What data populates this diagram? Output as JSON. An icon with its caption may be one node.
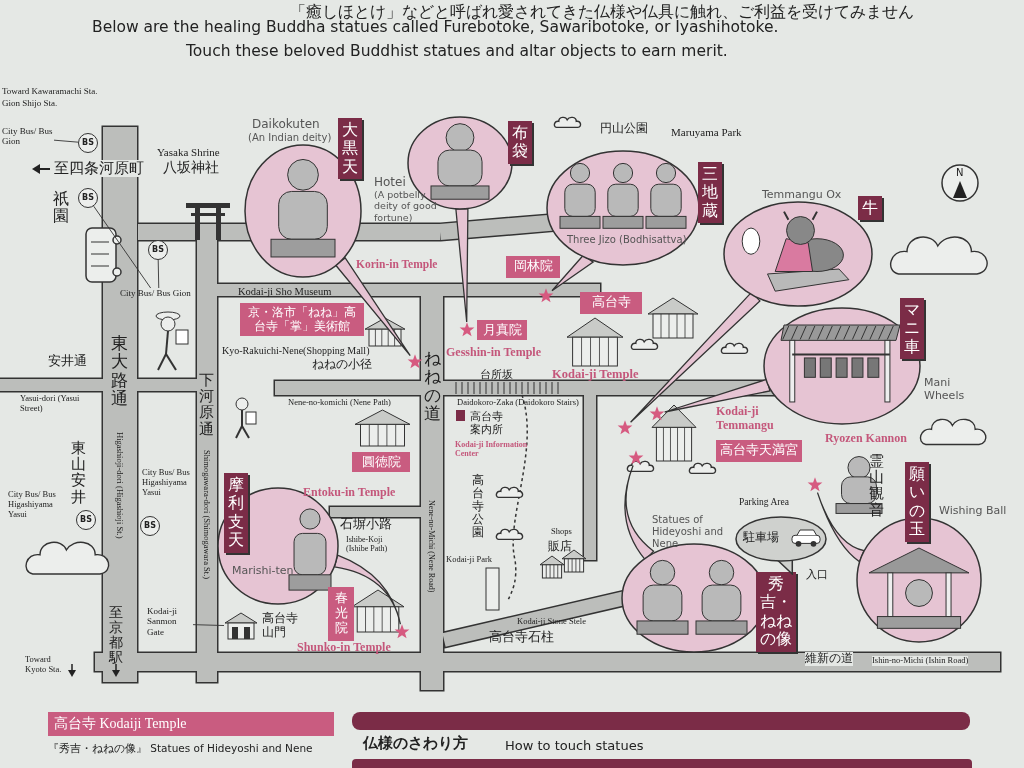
{
  "diagram": {
    "nodes": [
      {
        "text": [
          "大黒天",
          "Daikokuten",
          "(An Indian deity)"
        ]
      },
      {
        "text": [
          "布袋",
          "Hotei",
          "(A potbelly deity of good fortune)"
        ]
      },
      {
        "text": [
          "三地蔵",
          "Three Jizo (Bodhisattva)"
        ]
      },
      {
        "text": [
          "牛",
          "Temmangu Ox"
        ]
      },
      {
        "text": [
          "マニ車",
          "Mani Wheels"
        ]
      },
      {
        "text": [
          "摩利支天",
          "Marishi-ten"
        ]
      },
      {
        "text": [
          "秀吉・ねねの像",
          "Statues of Hideyoshi and Nene"
        ]
      },
      {
        "text": [
          "願いの玉",
          "Wishing Ball"
        ]
      },
      {
        "text": [
          "Parking Area",
          "駐車場"
        ]
      },
      {
        "text": [],
        "shape": "star"
      },
      {
        "text": [],
        "shape": "star"
      },
      {
        "text": [],
        "shape": "star"
      },
      {
        "text": [],
        "shape": "star"
      },
      {
        "text": [],
        "shape": "star"
      },
      {
        "text": [],
        "shape": "star"
      },
      {
        "text": [],
        "shape": "star"
      },
      {
        "text": [],
        "shape": "star"
      },
      {
        "text": [
          "京・洛市「ねね」高台寺「掌」美術館"
        ]
      },
      {
        "text": [
          "岡林院"
        ]
      },
      {
        "text": [
          "月真院"
        ]
      },
      {
        "text": [
          "高台寺"
        ]
      },
      {
        "text": [
          "圓徳院"
        ]
      },
      {
        "text": [
          "春光院"
        ]
      },
      {
        "text": [
          "高台寺天満宮"
        ]
      },
      {
        "text": [
          "高台寺 Kodaiji Temple"
        ]
      },
      {
        "text": [
          "BS"
        ]
      },
      {
        "text": [
          "BS"
        ]
      },
      {
        "text": [
          "BS"
        ]
      },
      {
        "text": [
          "BS"
        ]
      },
      {
        "text": [
          "BS"
        ]
      },
      {
        "text": [
          "City Bus/ Bus Gion"
        ]
      },
      {
        "text": [
          "City Bus/ Bus Gion"
        ]
      },
      {
        "text": [
          "Kodai-ji Sanmon Gate"
        ]
      },
      {
        "text": [],
        "shape": "picture"
      },
      {
        "text": [
          "仏様のさわり方",
          "How to touch statues"
        ]
      },
      {
        "text": [],
        "shape": "bar"
      }
    ],
    "edges": [
      {
        "from": 0,
        "to": 9,
        "arrow": "none"
      },
      {
        "from": 1,
        "to": 10,
        "arrow": "none"
      },
      {
        "from": 2,
        "to": 11,
        "arrow": "none"
      },
      {
        "from": 3,
        "to": 12,
        "arrow": "none"
      },
      {
        "from": 4,
        "to": 13,
        "arrow": "none"
      },
      {
        "from": 6,
        "to": 14,
        "arrow": "none"
      },
      {
        "from": 7,
        "to": 15,
        "arrow": "none"
      },
      {
        "from": 5,
        "to": 16,
        "arrow": "none"
      },
      {
        "from": 30,
        "to": 25,
        "arrow": "none"
      },
      {
        "from": 31,
        "to": 26,
        "arrow": "none"
      },
      {
        "from": 31,
        "to": 27,
        "arrow": "none"
      },
      {
        "from": 32,
        "to": 33,
        "arrow": "none"
      }
    ],
    "labels": [
      "「癒しほとけ」などと呼ばれ愛されてきた仏様や仏具に触れ、ご利益を受けてみません",
      "Below are the healing Buddha statues called Furebotoke, Sawaribotoke, or Iyashihotoke.",
      "Touch these beloved Buddhist statues and altar objects to earn merit.",
      "Toward Kawaramachi Sta.",
      "Gion Shijo Sta.",
      "至四条河原町",
      "祇園",
      "Yasaka Shrine",
      "八坂神社",
      "Kodai-ji Sho Museum",
      "Kyo-Rakuichi-Nene(Shopping Mall)",
      "ねねの小径",
      "Nene-no-komichi (Nene Path)",
      "安井通",
      "Yasui-dori (Yasui Street)",
      "東大路通",
      "下河原通",
      "Higashioji-dori (Higashioji St.)",
      "Shimogawara-dori (Shimogawara St.)",
      "東山安井",
      "City Bus/ Bus Higashiyama Yasui",
      "City Bus/ Bus Higashiyama Yasui",
      "至京都駅",
      "Toward Kyoto Sta.",
      "高台寺山門",
      "石塀小路",
      "Ishibe-Koji (Ishibe Path)",
      "Entoku-in Temple",
      "Shunko-in Temple",
      "ねねの道",
      "Nene-no-Michi (Nene Road)",
      "Korin-in Temple",
      "Gesshin-in Temple",
      "Kodai-ji Temple",
      "台所坂",
      "Daidokoro-Zaka (Daidokoro Stairs)",
      "高台寺案内所",
      "Kodai-ji Information Center",
      "高台寺公園",
      "Kodai-ji Park",
      "Shops",
      "販店",
      "Kodai-ji Stone Stele",
      "高台寺石柱",
      "円山公園",
      "Maruyama Park",
      "Kodai-ji Temmangu",
      "Ryozen Kannon",
      "霊山観音",
      "入口",
      "維新の道",
      "Ishin-no-Michi (Ishin Road)",
      "N",
      "『秀吉・ねねの像』 Statues of Hideyoshi and Nene"
    ]
  }
}
